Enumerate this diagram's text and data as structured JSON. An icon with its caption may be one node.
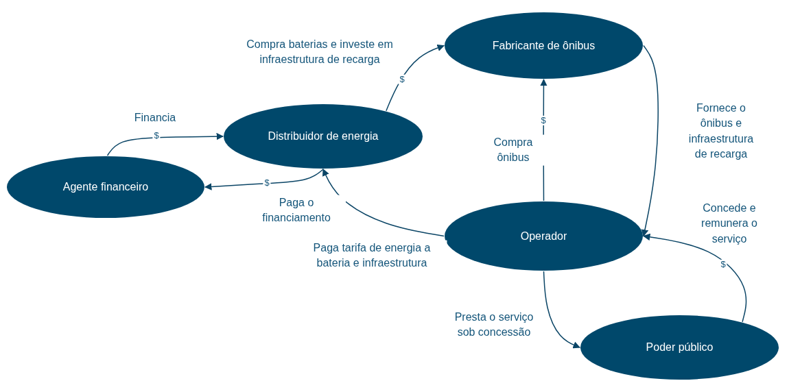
{
  "diagram": {
    "nodes": [
      {
        "text": [
          "Agente financeiro"
        ]
      },
      {
        "text": [
          "Distribuidor de energia"
        ]
      },
      {
        "text": [
          "Fabricante de ônibus"
        ]
      },
      {
        "text": [
          "Operador"
        ]
      },
      {
        "text": [
          "Poder público"
        ]
      }
    ],
    "edges": [
      {
        "from": 0,
        "to": 1,
        "arrow": "to",
        "label": "Financia"
      },
      {
        "from": 1,
        "to": 0,
        "arrow": "to",
        "label": "Paga o financiamento"
      },
      {
        "from": 1,
        "to": 2,
        "arrow": "to",
        "label": "Compra baterias e investe em infraestrutura de recarga"
      },
      {
        "from": 3,
        "to": 2,
        "arrow": "to",
        "label": "Compra ônibus"
      },
      {
        "from": 2,
        "to": 3,
        "arrow": "to",
        "label": "Fornece o ônibus e infraestrutura de recarga"
      },
      {
        "from": 3,
        "to": 1,
        "arrow": "to",
        "label": "Paga tarifa de energia a bateria e infraestrutura"
      },
      {
        "from": 3,
        "to": 4,
        "arrow": "to",
        "label": "Presta o serviço sob concessão"
      },
      {
        "from": 4,
        "to": 3,
        "arrow": "to",
        "label": "Concede e remunera o serviço"
      }
    ],
    "labels": [
      "$",
      "$",
      "$",
      "$",
      "$"
    ]
  }
}
